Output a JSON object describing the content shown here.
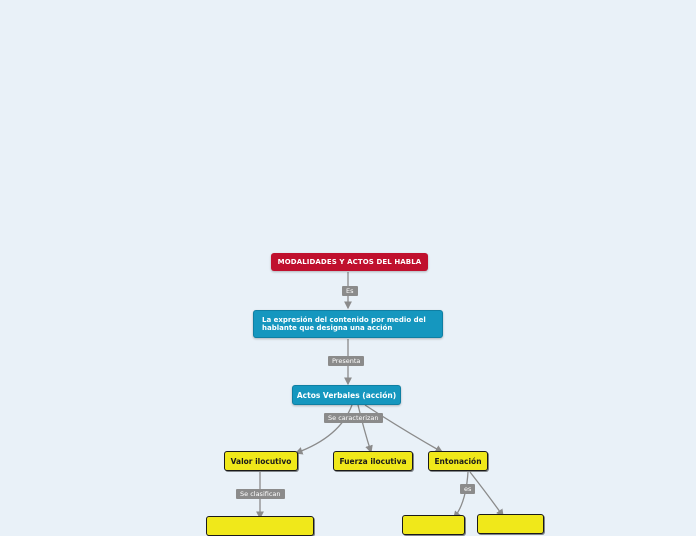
{
  "nodes": {
    "root": "MODALIDADES Y ACTOS DEL HABLA",
    "definition": "La expresión del contenido por medio del hablante que designa una acción",
    "actos": "Actos Verbales (acción)",
    "valor": "Valor ilocutivo",
    "fuerza": "Fuerza ilocutiva",
    "entonacion": "Entonación"
  },
  "links": {
    "es": "Es",
    "presenta": "Presenta",
    "caracterizan": "Se caracterizan",
    "clasifican": "Se clasifican",
    "es_lower": "es"
  },
  "colors": {
    "background": "#e9f1f8",
    "root": "#c0102e",
    "topic": "#1597bf",
    "subtopic": "#f0e81a",
    "connector": "#8b8b8b"
  }
}
